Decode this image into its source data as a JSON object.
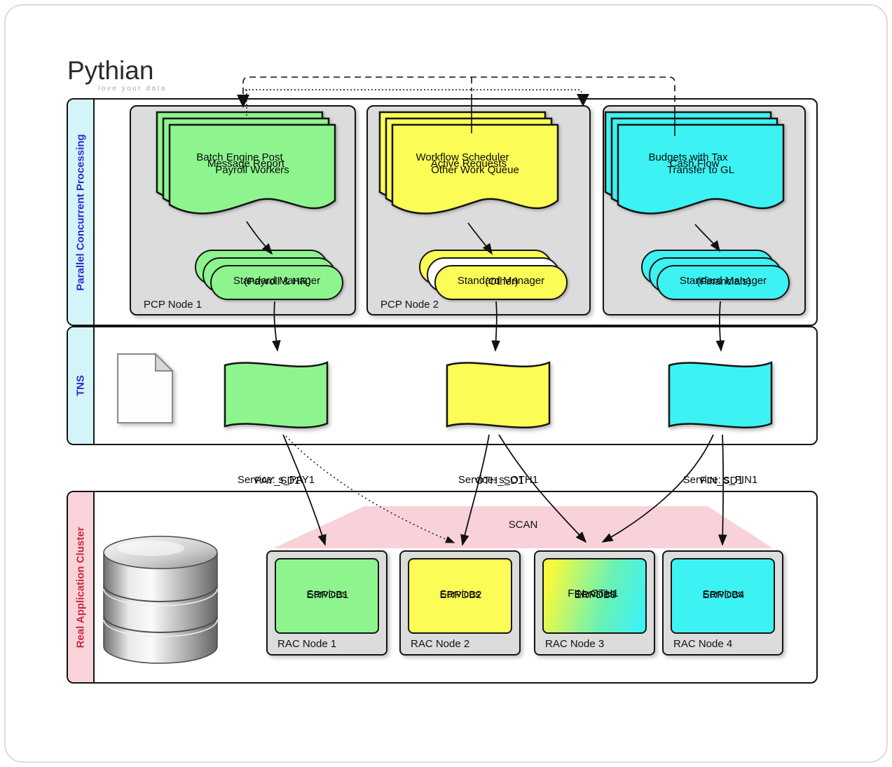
{
  "logo": {
    "name": "Pythian",
    "tagline": "love your data"
  },
  "bands": {
    "pcp": {
      "label": "Parallel Concurrent Processing"
    },
    "tns": {
      "label": "TNS"
    },
    "rac": {
      "label": "Real Application Cluster"
    }
  },
  "pcp_nodes": [
    {
      "label": "PCP Node 1",
      "doc_layers": [
        "Batch Engine Post",
        "Message Report",
        "Payroll Workers"
      ],
      "mgr_layers": [
        "Standard Manager",
        "(Payroll & HR)"
      ]
    },
    {
      "label": "PCP Node 2",
      "doc_layers": [
        "Workflow Scheduler",
        "Active Requests",
        "Other Work Queue"
      ],
      "mgr_layers": [
        "Standard Manager",
        "(Other)"
      ]
    },
    {
      "label": "",
      "doc_layers": [
        "Budgets with Tax",
        "Cash Flow",
        "Transfer to GL"
      ],
      "mgr_layers": [
        "Standard Manager",
        "(Financials)"
      ]
    }
  ],
  "tns_flags": [
    {
      "layers": [
        "Service: s_PAY1",
        "PAY_SD1"
      ]
    },
    {
      "layers": [
        "Service: s_OTH1",
        "OTH_SD1"
      ]
    },
    {
      "layers": [
        "Service: s_FIN1",
        "FIN_SD1"
      ]
    }
  ],
  "rac": {
    "scan_label": "SCAN",
    "nodes": [
      {
        "label": "RAC Node 1",
        "layers": [
          "Services",
          "ERPDB1",
          ""
        ]
      },
      {
        "label": "RAC Node 2",
        "layers": [
          "Services",
          "ERPDB2",
          ""
        ]
      },
      {
        "label": "RAC Node 3",
        "layers": [
          "Services",
          "ERPDB3",
          "FIN, OTH1"
        ]
      },
      {
        "label": "RAC Node 4",
        "layers": [
          "Services",
          "ERPDB4",
          ""
        ]
      }
    ]
  },
  "colors": {
    "green": "#8ef58e",
    "yellow": "#fcfc57",
    "cyan": "#3df2f2",
    "node_gray": "#dcdcdc",
    "strip_cyan": "#d3f4f9",
    "strip_pink": "#f9d3da",
    "scan_pink": "#f8ced6",
    "band_text_blue": "#2a2ace",
    "band_text_red": "#cc2936"
  }
}
